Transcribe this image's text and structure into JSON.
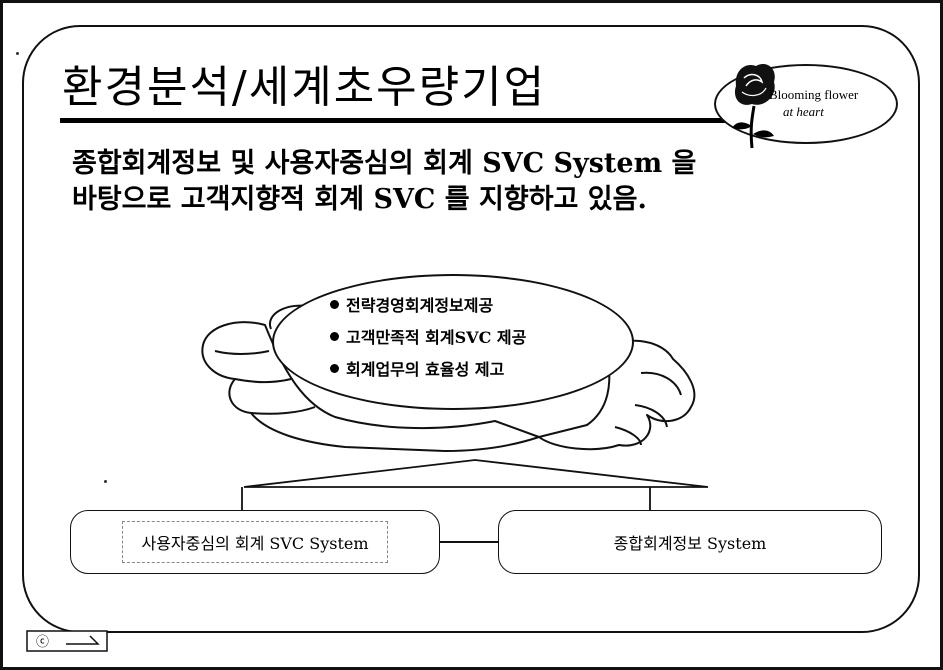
{
  "title": "환경분석/세계초우량기업",
  "badge": {
    "line1": "Blooming flower",
    "line2": "at heart"
  },
  "lead": {
    "line1": "종합회계정보 및 사용자중심의 회계 SVC System 을",
    "line2": "바탕으로 고객지향적 회계 SVC 를 지향하고 있음."
  },
  "bullets": [
    "전략경영회계정보제공",
    "고객만족적 회계SVC 제공",
    "회계업무의 효율성 제고"
  ],
  "boxes": {
    "left": "사용자중심의 회계 SVC System",
    "right": "종합회계정보 System"
  },
  "footer": {
    "icon_glyph": "ⓒ"
  }
}
